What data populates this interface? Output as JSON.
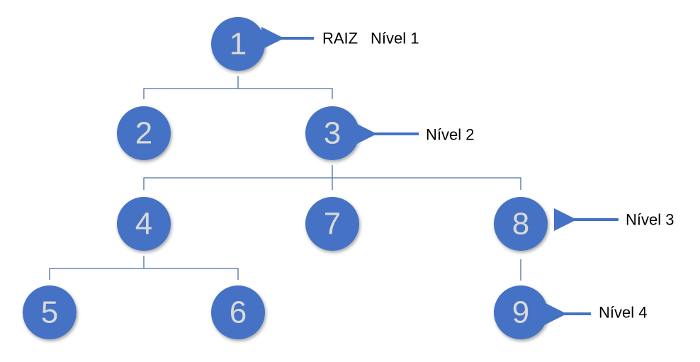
{
  "colors": {
    "node_fill": "#4472c4",
    "node_text": "#d9d9d9",
    "connector": "#4a6fa5",
    "arrow": "#4472c4",
    "label_text": "#000000"
  },
  "nodes": [
    {
      "id": "n1",
      "label": "1"
    },
    {
      "id": "n2",
      "label": "2"
    },
    {
      "id": "n3",
      "label": "3"
    },
    {
      "id": "n4",
      "label": "4"
    },
    {
      "id": "n7",
      "label": "7"
    },
    {
      "id": "n8",
      "label": "8"
    },
    {
      "id": "n5",
      "label": "5"
    },
    {
      "id": "n6",
      "label": "6"
    },
    {
      "id": "n9",
      "label": "9"
    }
  ],
  "edges": [
    {
      "parent": "1",
      "children": [
        "2",
        "3"
      ]
    },
    {
      "parent": "3",
      "children": [
        "4",
        "7",
        "8"
      ]
    },
    {
      "parent": "4",
      "children": [
        "5",
        "6"
      ]
    },
    {
      "parent": "8",
      "children": [
        "9"
      ]
    }
  ],
  "annotations": {
    "root": "RAIZ",
    "level1": "Nível 1",
    "level2": "Nível 2",
    "level3": "Nível 3",
    "level4": "Nível 4"
  }
}
